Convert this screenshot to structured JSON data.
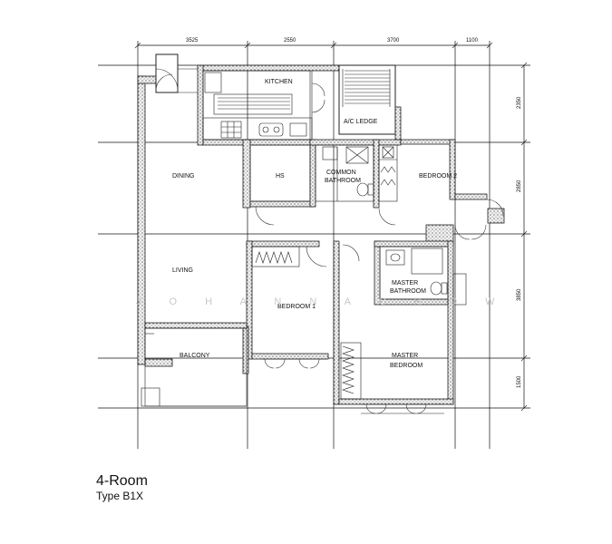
{
  "rooms": {
    "kitchen": "KITCHEN",
    "ac_ledge": "A/C LEDGE",
    "dining": "DINING",
    "hs": "HS",
    "common_bath_1": "COMMON",
    "common_bath_2": "BATHROOM",
    "bedroom2": "BEDROOM 2",
    "living": "LIVING",
    "bedroom1": "BEDROOM 1",
    "master_bath_1": "MASTER",
    "master_bath_2": "BATHROOM",
    "balcony": "BALCONY",
    "master_bed_1": "MASTER",
    "master_bed_2": "BEDROOM"
  },
  "dimensions": {
    "top": [
      "3525",
      "2550",
      "3700",
      "1100"
    ],
    "right": [
      "2350",
      "2850",
      "3850",
      "1500"
    ]
  },
  "watermark": "J O H A N N A   C H O W",
  "caption": {
    "title": "4-Room",
    "type": "Type B1X"
  }
}
